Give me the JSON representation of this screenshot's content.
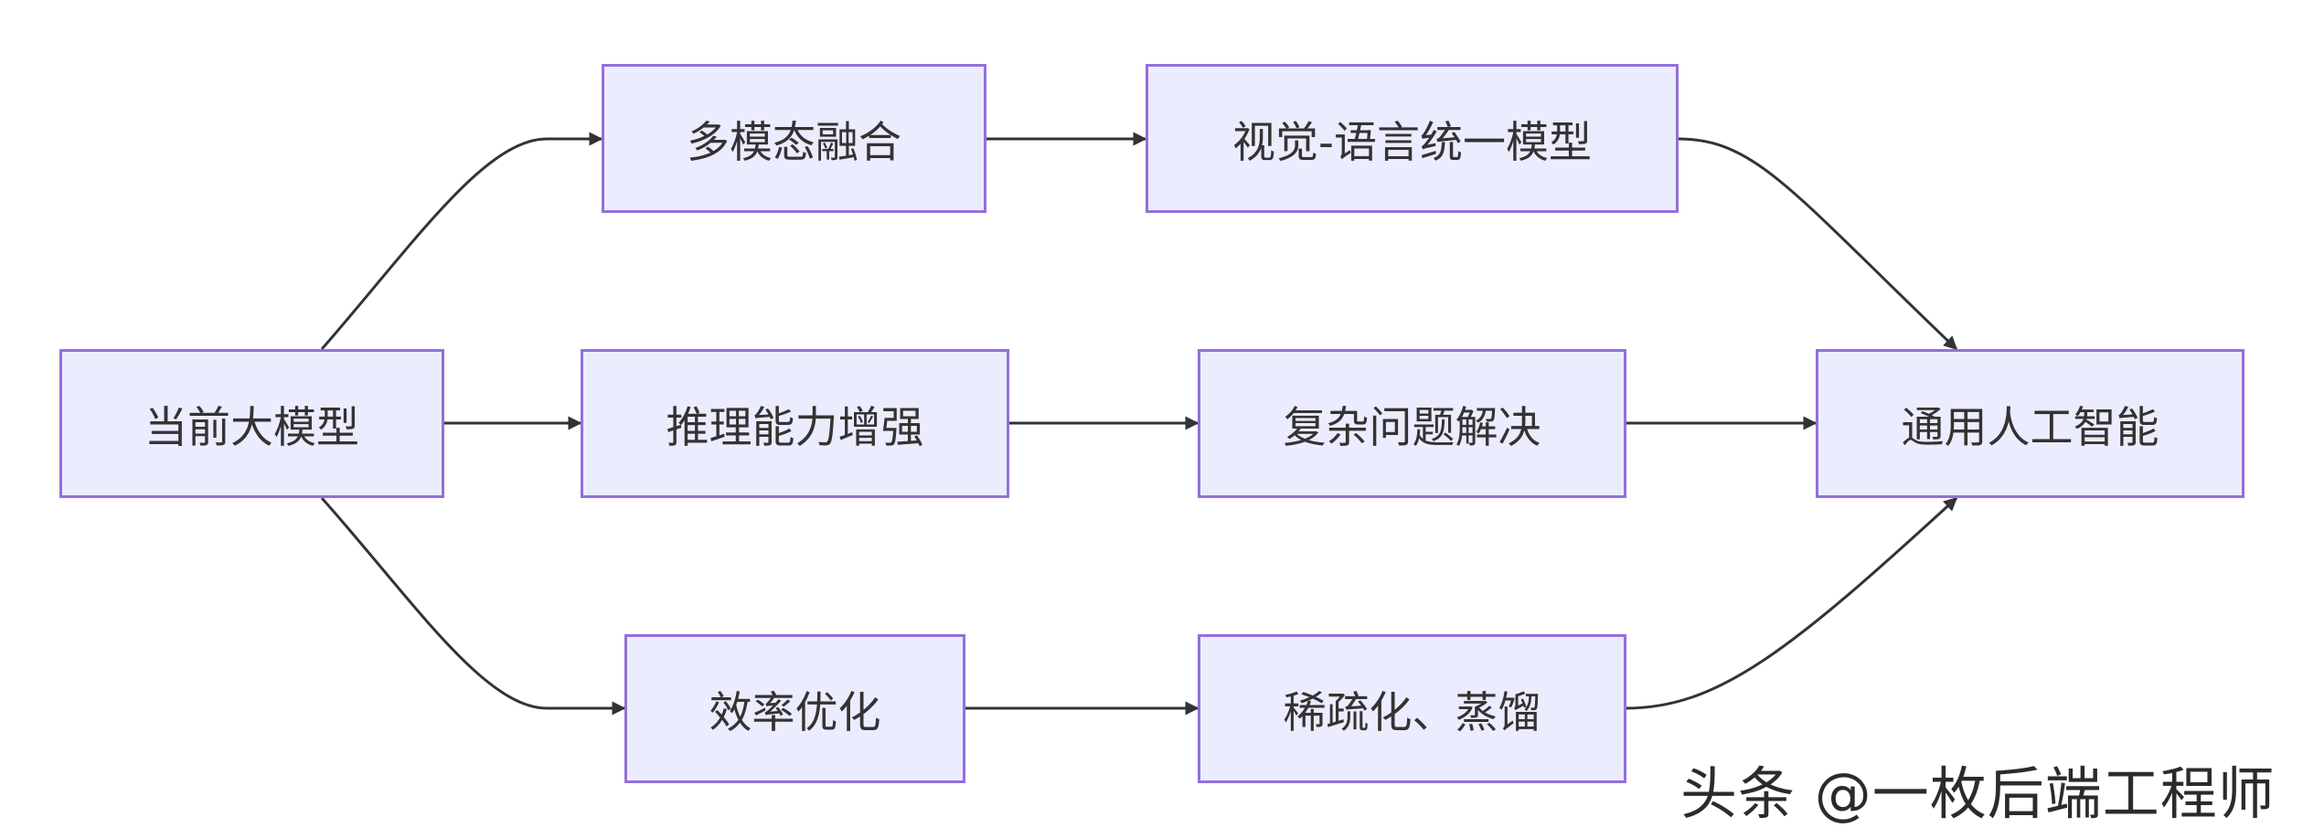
{
  "diagram": {
    "nodes": {
      "current": "当前大模型",
      "multimodal": "多模态融合",
      "reasoning": "推理能力增强",
      "efficiency": "效率优化",
      "vision_language": "视觉-语言统一模型",
      "complex_problem": "复杂问题解决",
      "sparse_distill": "稀疏化、蒸馏",
      "agi": "通用人工智能"
    },
    "edges": [
      [
        "current",
        "multimodal"
      ],
      [
        "current",
        "reasoning"
      ],
      [
        "current",
        "efficiency"
      ],
      [
        "multimodal",
        "vision_language"
      ],
      [
        "reasoning",
        "complex_problem"
      ],
      [
        "efficiency",
        "sparse_distill"
      ],
      [
        "vision_language",
        "agi"
      ],
      [
        "complex_problem",
        "agi"
      ],
      [
        "sparse_distill",
        "agi"
      ]
    ],
    "colors": {
      "node_fill": "#ececff",
      "node_border": "#9370db",
      "edge": "#333333"
    }
  },
  "watermark": "头条 @一枚后端工程师"
}
